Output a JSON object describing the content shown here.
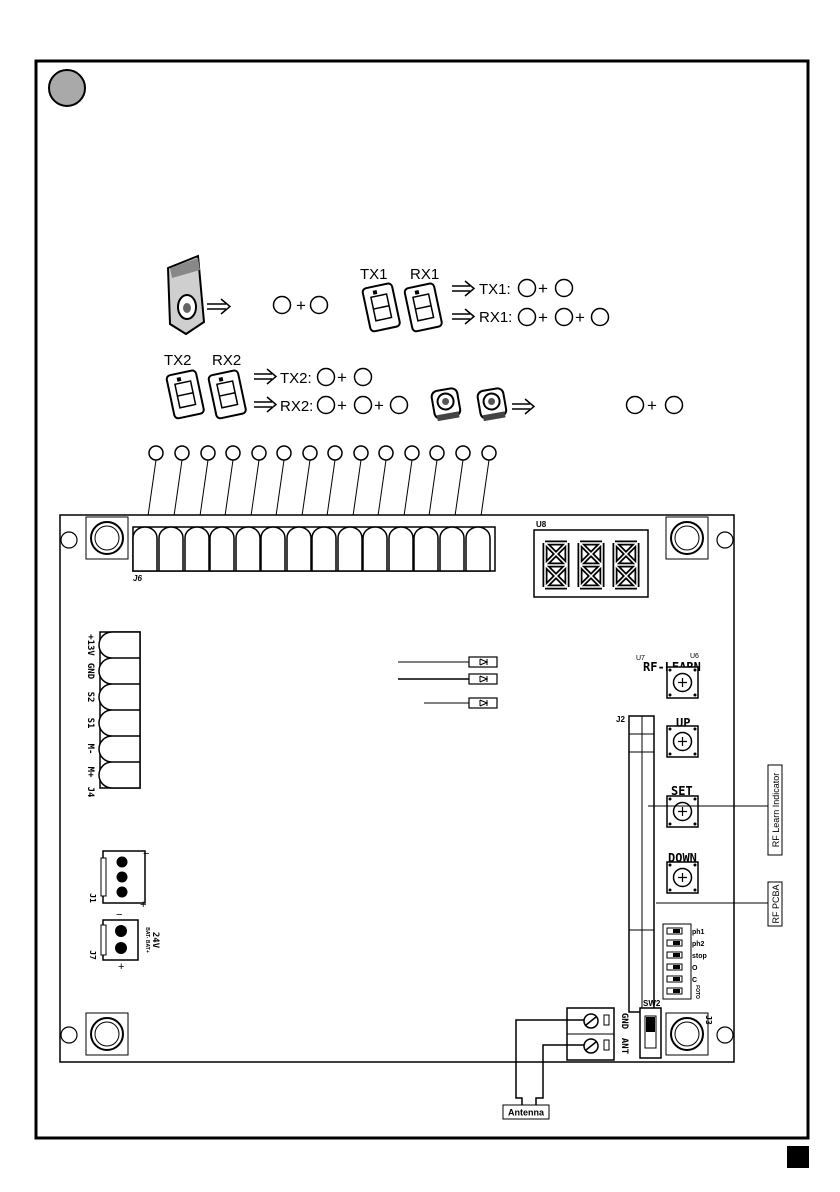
{
  "remotes": {
    "tx1_label": "TX1",
    "rx1_label": "RX1",
    "tx2_label": "TX2",
    "rx2_label": "RX2",
    "tx1_seq": "TX1:",
    "rx1_seq": "RX1:",
    "tx2_seq": "TX2:",
    "rx2_seq": "RX2:",
    "plus": "+"
  },
  "board": {
    "j6_label": "J6",
    "u8_label": "U8",
    "u7_label": "U7",
    "u6_label": "U6",
    "j2_label": "J2",
    "j3_label": "J3",
    "j4_label": "J4",
    "j1_label": "J1",
    "j7_label": "J7",
    "sw2_label": "SW2",
    "j4_pins": [
      "+13V",
      "GND",
      "S2",
      "S1",
      "M-",
      "M+"
    ],
    "j7_voltage": "24V",
    "j7_pins": "BAT- BAT+",
    "minus": "−",
    "plus": "+",
    "gnd_label": "GND",
    "ant_label": "ANT",
    "antenna_label": "Antenna"
  },
  "buttons": {
    "rf_learn": "RF-LEARN",
    "up": "UP",
    "set": "SET",
    "down": "DOWN"
  },
  "dip_labels": [
    "ph1",
    "ph2",
    "stop",
    "O",
    "C",
    "FOTO"
  ],
  "side_labels": {
    "rf_learn_indicator": "RF Learn Indicator",
    "rf_pcba": "RF PCBA"
  }
}
